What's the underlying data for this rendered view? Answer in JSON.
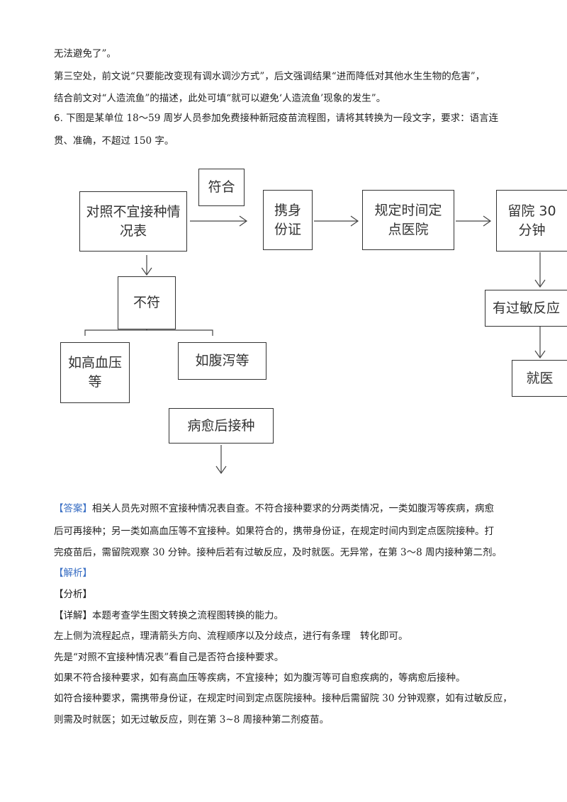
{
  "intro": {
    "l1": "无法避免了”。",
    "l2": "第三空处，前文说“只要能改变现有调水调沙方式”，后文强调结果“进而降低对其他水生生物的危害”，",
    "l3": "结合前文对“人造流鱼”的描述，此处可填“就可以避免‘人造流鱼’现象的发生”。"
  },
  "question": {
    "number": "6.",
    "l1": "下图是某单位 18～59 周岁人员参加免费接种新冠疫苗流程图，请将其转换为一段文字，要求：语言连",
    "l2": "贯、准确，不超过 150 字。"
  },
  "flow": {
    "start": "对照不宜接种情况表",
    "match": "符合",
    "id": "携身份证",
    "place": "规定时间定点医院",
    "stay": "留院 30 分钟",
    "allergy": "有过敏反应",
    "doctor": "就医",
    "nomatch": "不符",
    "hbp": "如高血压等",
    "diarrhea": "如腹泻等",
    "recover": "病愈后接种"
  },
  "answer": {
    "tag": "【答案】",
    "l1": "相关人员先对照不宜接种情况表自查。不符合接种要求的分两类情况，一类如腹泻等疾病，病愈",
    "l2": "后可再接种；另一类如高血压等不宜接种。如果符合的，携带身份证，在规定时间内到定点医院接种。打",
    "l3": "完疫苗后，需留院观察 30 分钟。接种后若有过敏反应，及时就医。无异常，在第 3～8 周内接种第二剂。"
  },
  "analysis": {
    "tag": "【解析】",
    "fenxi": "【分析】",
    "detail_tag": "【详解】",
    "l1": "本题考查学生图文转换之流程图转换的能力。",
    "l2": "左上侧为流程起点，理清箭头方向、流程顺序以及分歧点，进行有条理　转化即可。",
    "l3": "先是“对照不宜接种情况表”看自己是否符合接种要求。",
    "l4": "如果不符合接种要求，如有高血压等疾病，不宜接种；如为腹泻等可自愈疾病的，等病愈后接种。",
    "l5": "如符合接种要求，需携带身份证，在规定时间到定点医院接种。接种后需留院 30 分钟观察，如有过敏反应，",
    "l6": "则需及时就医；如无过敏反应，则在第 3~8 周接种第二剂疫苗。"
  },
  "colors": {
    "tag": "#3a6fc4",
    "border": "#333333"
  }
}
